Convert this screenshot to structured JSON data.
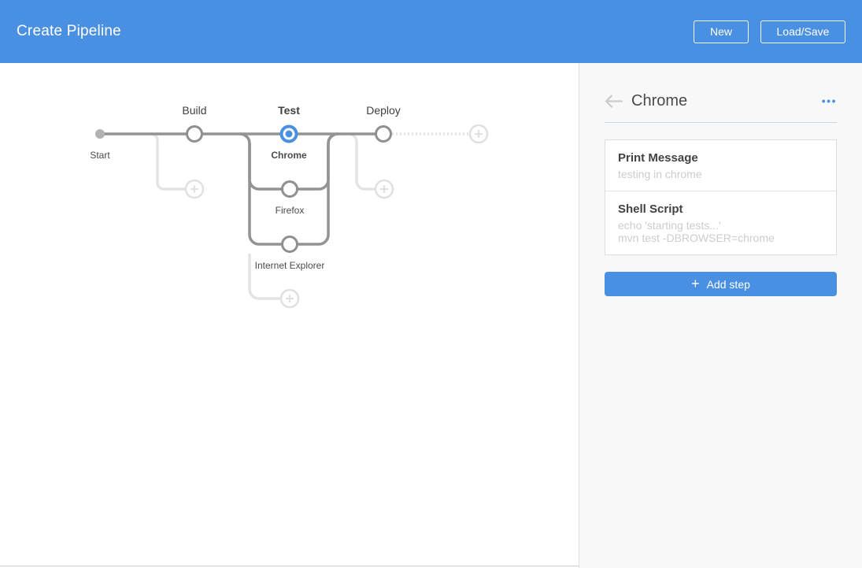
{
  "header": {
    "title": "Create Pipeline",
    "new_label": "New",
    "load_save_label": "Load/Save"
  },
  "graph": {
    "start_label": "Start",
    "stages": [
      {
        "label": "Build",
        "selected": false
      },
      {
        "label": "Test",
        "selected": true
      },
      {
        "label": "Deploy",
        "selected": false
      }
    ],
    "branches": [
      {
        "label": "Chrome",
        "selected": true
      },
      {
        "label": "Firefox",
        "selected": false
      },
      {
        "label": "Internet Explorer",
        "selected": false
      }
    ]
  },
  "panel": {
    "title": "Chrome",
    "steps": [
      {
        "title": "Print Message",
        "details": [
          "testing in chrome"
        ]
      },
      {
        "title": "Shell Script",
        "details": [
          "echo 'starting tests...'",
          "mvn test -DBROWSER=chrome"
        ]
      }
    ],
    "add_step_label": "Add step"
  },
  "icons": {
    "back": "arrow-left",
    "more": "•••",
    "add_plus": "+"
  },
  "colors": {
    "accent_blue": "#4a90e2",
    "graph_dark": "#949393",
    "graph_light": "#e3e3e3",
    "panel_bg": "#f8f8f8",
    "header_bg": "#4a90e2"
  }
}
